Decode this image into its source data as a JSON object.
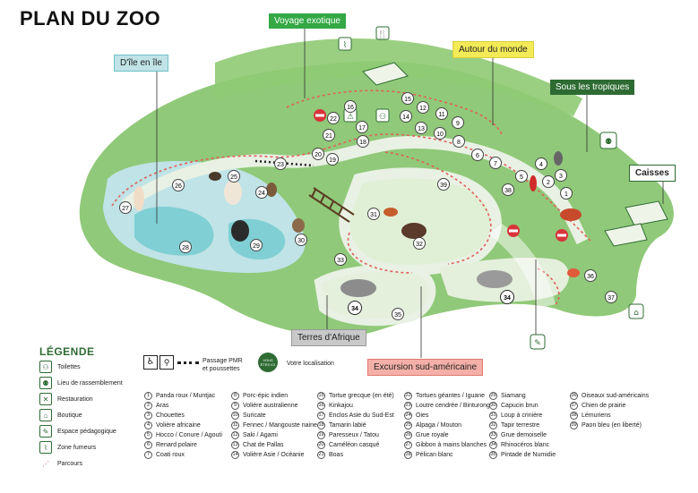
{
  "title": "PLAN DU ZOO",
  "zones": {
    "ile": "D'île en île",
    "exotique": "Voyage exotique",
    "monde": "Autour du monde",
    "tropiques": "Sous les tropiques",
    "caisses": "Caisses",
    "afrique": "Terres d'Afrique",
    "sudam": "Excursion sud-américaine"
  },
  "colors": {
    "ile": "#6fc3c6",
    "exotique": "#33a845",
    "monde": "#f3ea57",
    "tropiques": "#2e6b33",
    "afrique": "#c9c9c9",
    "sudam": "#f4b0a8",
    "grass": "#7cc062",
    "path": "#e6f0e6"
  },
  "markers": {
    "you_are_here": "VOUS ÊTES ICI"
  },
  "legend": {
    "title": "LÉGENDE",
    "items": [
      {
        "icon": "toilets-icon",
        "label": "Toilettes"
      },
      {
        "icon": "meeting-point-icon",
        "label": "Lieu de rassemblement"
      },
      {
        "icon": "restaurant-icon",
        "label": "Restauration"
      },
      {
        "icon": "shop-icon",
        "label": "Boutique"
      },
      {
        "icon": "education-icon",
        "label": "Espace pédagogique"
      },
      {
        "icon": "smoking-icon",
        "label": "Zone fumeurs"
      },
      {
        "icon": "route-icon",
        "label": "Parcours"
      }
    ],
    "pmr": "Passage PMR et poussettes",
    "location": "Votre localisation"
  },
  "animals": [
    "Panda roux / Muntjac",
    "Aras",
    "Chouettes",
    "Volière africaine",
    "Hocco / Conure / Agouti",
    "Renard polaire",
    "Coati roux",
    "Porc-épic indien",
    "Volière australienne",
    "Suricate",
    "Fennec / Mangouste naine",
    "Saki / Agami",
    "Chat de Pallas",
    "Volière Asie / Océanie",
    "Tortue grecque (en été)",
    "Kinkajou",
    "Enclos Asie du Sud-Est",
    "Tamarin labié",
    "Paresseux / Tatou",
    "Caméléon casqué",
    "Boas",
    "Tortues géantes / Iguane",
    "Loutre cendrée / Binturong",
    "Oies",
    "Alpaga / Mouton",
    "Grue royale",
    "Gibbon à mains blanches",
    "Pélican blanc",
    "Siamang",
    "Capucin brun",
    "Loup à crinière",
    "Tapir terrestre",
    "Grue demoiselle",
    "Rhinocéros blanc",
    "Pintade de Numidie",
    "Oiseaux sud-américains",
    "Chien de prairie",
    "Lémuriens",
    "Paon bleu (en liberté)"
  ]
}
